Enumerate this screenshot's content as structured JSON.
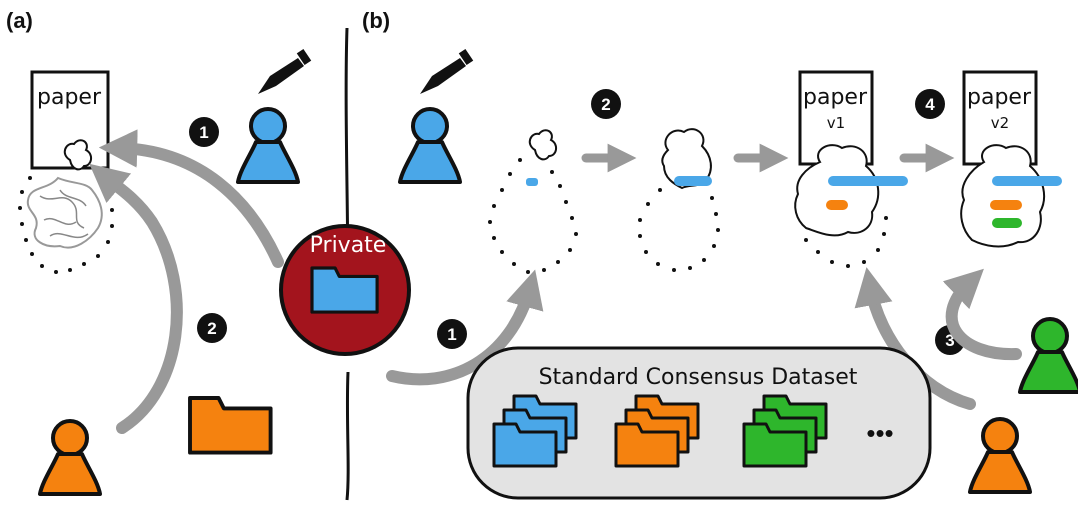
{
  "panels": {
    "a": "(a)",
    "b": "(b)"
  },
  "steps_a": {
    "one": "1",
    "two": "2"
  },
  "steps_b": {
    "one": "1",
    "two": "2",
    "three": "3",
    "four": "4"
  },
  "papers": {
    "a": {
      "title": "paper",
      "version": ""
    },
    "v1": {
      "title": "paper",
      "version": "v1"
    },
    "v2": {
      "title": "paper",
      "version": "v2"
    }
  },
  "private": {
    "label": "Private"
  },
  "dataset": {
    "label": "Standard Consensus Dataset",
    "more": "•••"
  },
  "colors": {
    "blue": "#4aa7e8",
    "orange": "#f5820f",
    "green": "#2eb62c",
    "private_red": "#a3141d",
    "arrow_gray": "#999999",
    "dataset_bg": "#e3e3e3"
  },
  "icons": [
    "pen-icon",
    "person-icon",
    "folder-icon",
    "badge-icon",
    "protein-structure-icon",
    "arrow-icon"
  ]
}
